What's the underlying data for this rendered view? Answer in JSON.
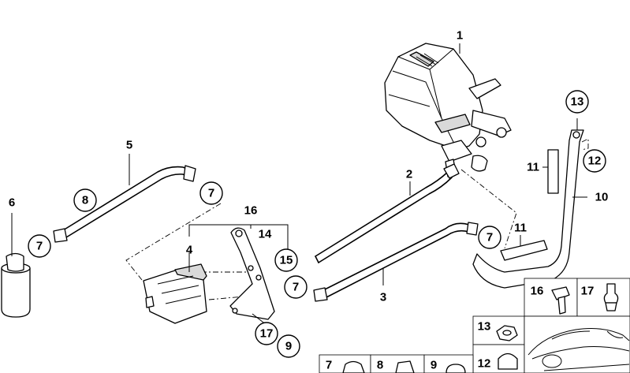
{
  "callouts": {
    "c1": "1",
    "c2": "2",
    "c3": "3",
    "c4": "4",
    "c5": "5",
    "c6": "6",
    "c7a": "7",
    "c7b": "7",
    "c7c": "7",
    "c7d": "7",
    "c8": "8",
    "c9": "9",
    "c10": "10",
    "c11a": "11",
    "c11b": "11",
    "c12": "12",
    "c13": "13",
    "c14": "14",
    "c15": "15",
    "c16": "16",
    "c17": "17"
  },
  "legend": {
    "l16": "16",
    "l17": "17",
    "l13": "13",
    "l12": "12",
    "l7": "7",
    "l8": "8",
    "l9": "9"
  }
}
